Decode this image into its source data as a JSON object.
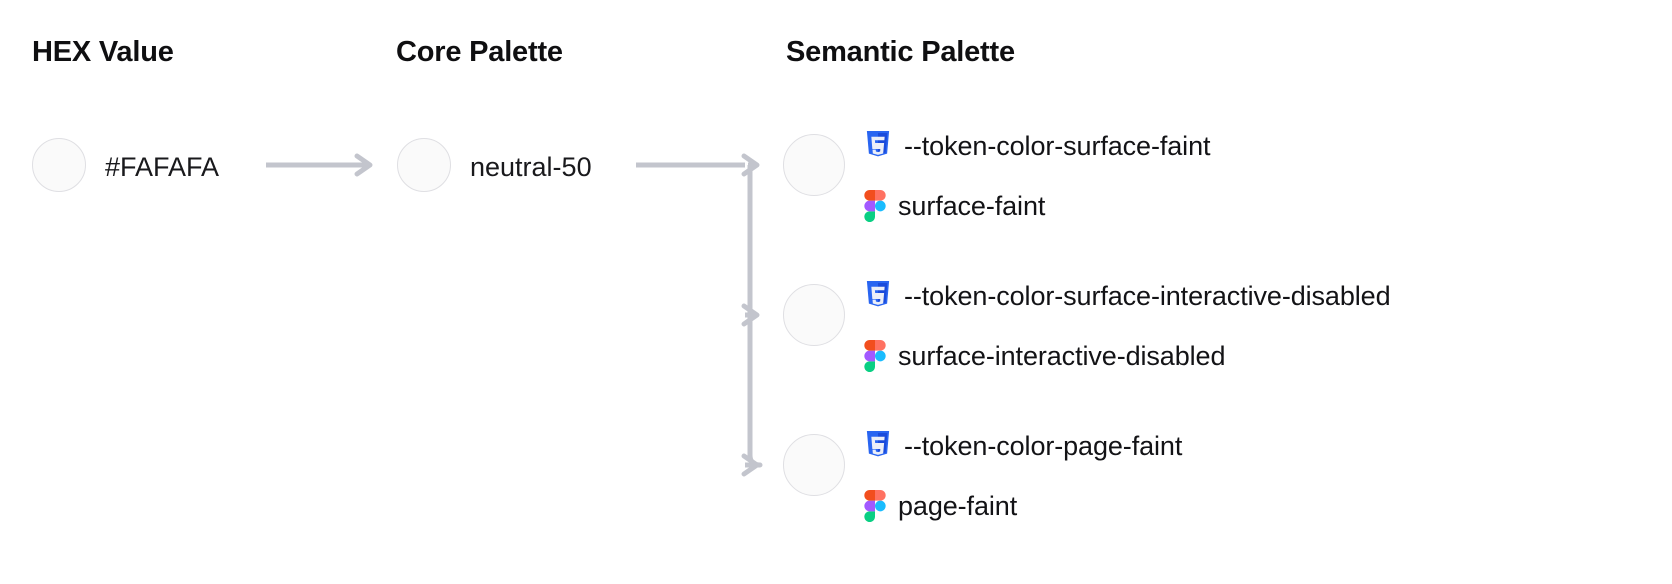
{
  "columns": {
    "hex": {
      "heading": "HEX Value",
      "value": "#FAFAFA",
      "swatch_color": "#FAFAFA"
    },
    "core": {
      "heading": "Core Palette",
      "value": "neutral-50",
      "swatch_color": "#FAFAFA"
    },
    "semantic": {
      "heading": "Semantic Palette"
    }
  },
  "semantic_tokens": [
    {
      "swatch_color": "#FAFAFA",
      "css_icon": "css3-icon",
      "css_token": "--token-color-surface-faint",
      "figma_icon": "figma-icon",
      "figma_token": "surface-faint"
    },
    {
      "swatch_color": "#FAFAFA",
      "css_icon": "css3-icon",
      "css_token": "--token-color-surface-interactive-disabled",
      "figma_icon": "figma-icon",
      "figma_token": "surface-interactive-disabled"
    },
    {
      "swatch_color": "#FAFAFA",
      "css_icon": "css3-icon",
      "css_token": "--token-color-page-faint",
      "figma_icon": "figma-icon",
      "figma_token": "page-faint"
    }
  ],
  "colors": {
    "background": "#FFFFFF",
    "text": "#111113",
    "swatch_border": "#DFDFE3",
    "connector": "#C3C5CD",
    "css_blue": "#2965F1",
    "css_blue_dark": "#1A4BDB",
    "figma_red": "#F24E1E",
    "figma_salmon": "#FF7262",
    "figma_purple": "#A259FF",
    "figma_blue": "#1ABCFE",
    "figma_green": "#0ACF83"
  }
}
